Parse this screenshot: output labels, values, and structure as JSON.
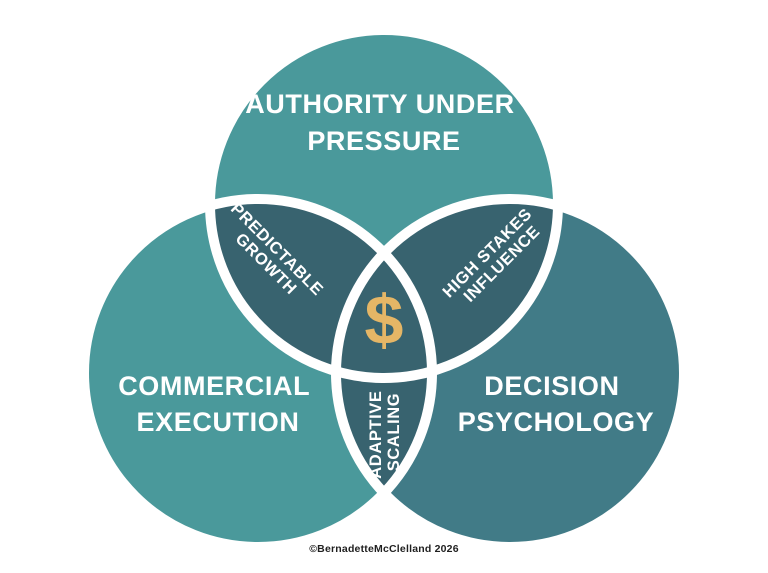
{
  "colors": {
    "background": "#FFFFFF",
    "circle_top": "#4A999B",
    "circle_left": "#4A999B",
    "circle_right": "#417B87",
    "overlap_dark": "#38636F",
    "stroke_white": "#FFFFFF",
    "label_white": "#FFFFFF",
    "dollar_gold": "#E5B666",
    "copyright_dark": "#1F1F1F"
  },
  "venn": {
    "top_circle": {
      "line1": "AUTHORITY UNDER",
      "line2": "PRESSURE"
    },
    "left_circle": {
      "line1": "COMMERCIAL",
      "line2": "EXECUTION"
    },
    "right_circle": {
      "line1": "DECISION",
      "line2": "PSYCHOLOGY"
    },
    "overlap_top_left": {
      "line1": "PREDICTABLE",
      "line2": "GROWTH"
    },
    "overlap_top_right": {
      "line1": "HIGH STAKES",
      "line2": "INFLUENCE"
    },
    "overlap_bottom": {
      "line1": "ADAPTIVE",
      "line2": "SCALING"
    },
    "center_symbol": "$",
    "footer": {
      "copyright": "©BernadetteMcClelland 2026"
    }
  }
}
